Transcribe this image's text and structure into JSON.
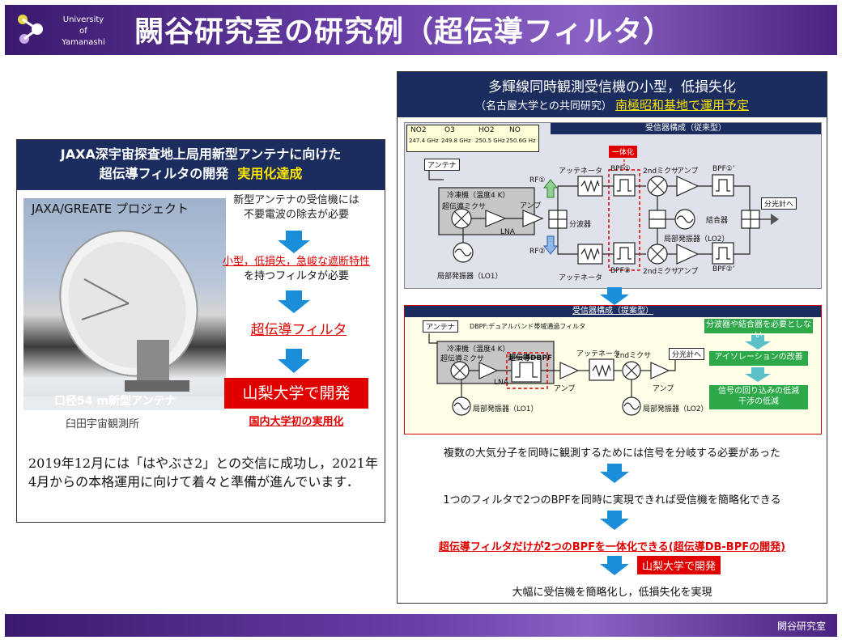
{
  "header": {
    "university": [
      "University",
      "of",
      "Yamanashi"
    ],
    "title": "闕谷研究室の研究例（超伝導フィルタ）"
  },
  "footer": {
    "lab_name": "闕谷研究室"
  },
  "left": {
    "heading_line1": "JAXA深宇宙探査地上局用新型アンテナに向けた",
    "heading_line2": "超伝導フィルタの開発",
    "heading_highlight": "実用化達成",
    "photo_project": "JAXA/GREATE プロジェクト",
    "photo_caption": "口径54 m新型アンテナ",
    "observatory": "臼田宇宙観測所",
    "step1_line1": "新型アンテナの受信機には",
    "step1_line2": "不要電波の除去が必要",
    "step2_red": "小型，低損失，急峻な遮断特性",
    "step2_line2": "を持つフィルタが必要",
    "step3": "超伝導フィルタ",
    "developed": "山梨大学で開発",
    "first_use": "国内大学初の実用化",
    "bottom_text": "2019年12月には「はやぶさ2」との交信に成功し，2021年4月からの本格運用に向けて着々と準備が進んでいます．"
  },
  "right": {
    "heading": "多輝線同時観測受信機の小型，低損失化",
    "sub": "（名古屋大学との共同研究）",
    "sub_highlight": "南極昭和基地で運用予定",
    "conventional": {
      "title": "受信器構成（従来型）",
      "table_headers": [
        "NO2",
        "O3",
        "HO2",
        "NO"
      ],
      "table_values": [
        "247.4 GHz",
        "249.8 GHz",
        "250.5 GHz",
        "250.6G Hz"
      ],
      "antenna": "アンテナ",
      "cryostat": "冷凍機（温度4 K）",
      "sis_mixer": "超伝導ミクサ",
      "lna": "LNA",
      "amp": "アンプ",
      "splitter": "分波器",
      "lo1": "局部発振器（LO1）",
      "attenuator": "アッテネータ",
      "rf1": "RF①",
      "rf2": "RF②",
      "bpf1": "BPF①",
      "bpf2": "BPF②",
      "integrate": "一体化",
      "mixer2": "2ndミクサ",
      "bpf1p": "BPF①’",
      "bpf2p": "BPF②’",
      "to_spec": "分光計へ",
      "combiner": "結合器",
      "lo2": "局部発振器（LO2）"
    },
    "proposed": {
      "title": "受信器構成（提案型）",
      "dbpf_note": "DBPF:デュアルバンド帯域通過フィルタ",
      "antenna": "アンテナ",
      "cryostat": "冷凍機（温度4 K）",
      "sis_mixer": "超伝導ミクサ",
      "sc_dbpf": "超伝導DBPF",
      "lna": "LNA",
      "attenuator": "アッテネータ",
      "mixer2": "2ndミクサ",
      "to_spec": "分光計へ",
      "amp": "アンプ",
      "lo1": "局部発振器（LO1）",
      "lo2": "局部発振器（LO2）",
      "benefit1": "分波器や結合器を必要としない",
      "benefit2": "アイソレーションの改善",
      "benefit3_line1": "信号の回り込みの低減",
      "benefit3_line2": "干渉の低減"
    },
    "flow1": "複数の大気分子を同時に観測するためには信号を分岐する必要があった",
    "flow2": "1つのフィルタで2つのBPFを同時に実現できれば受信機を簡略化できる",
    "flow3": "超伝導フィルタだけが2つのBPFを一体化できる(超伝導DB-BPFの開発)",
    "flow_dev": "山梨大学で開発",
    "flow4": "大幅に受信機を簡略化し，低損失化を実現"
  },
  "colors": {
    "navy": "#1b2c5e",
    "red": "#e00000",
    "yellow": "#ffe600",
    "arrow_blue": "#1a8ed8",
    "green": "#2da94a"
  }
}
